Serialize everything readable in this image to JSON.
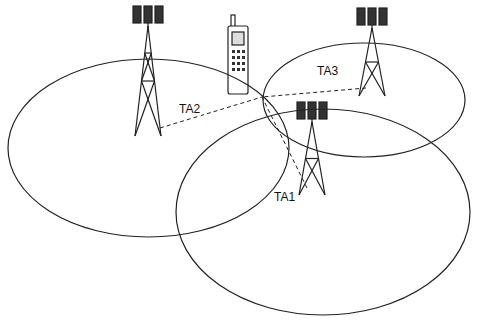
{
  "diagram": {
    "nodes": [
      {
        "text": [
          "TA2"
        ]
      },
      {
        "text": [
          "TA3"
        ]
      },
      {
        "text": [
          "TA1"
        ]
      }
    ]
  }
}
